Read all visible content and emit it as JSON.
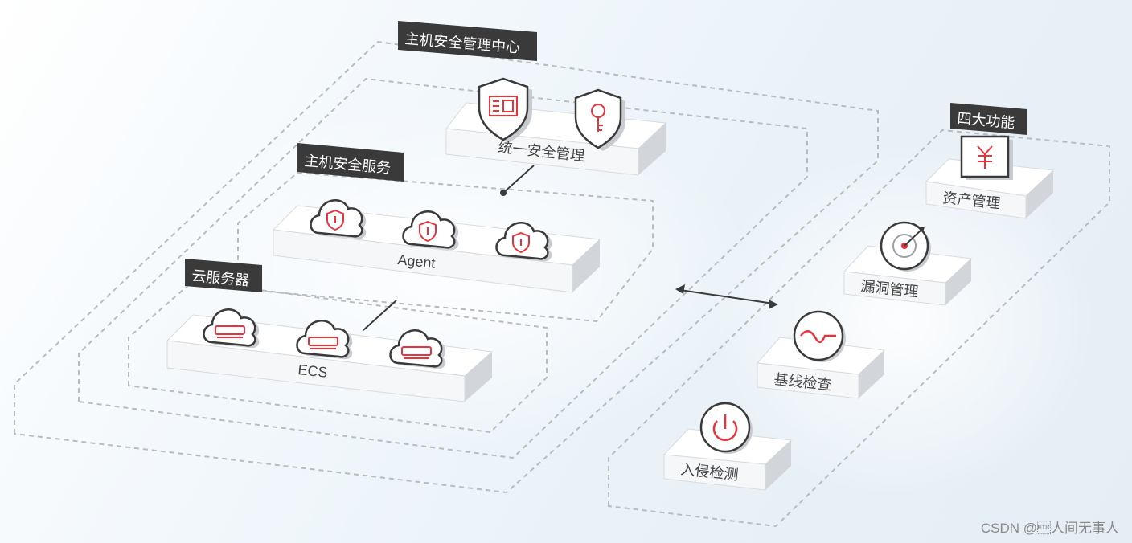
{
  "groups": {
    "center": "主机安全管理中心",
    "service": "主机安全服务",
    "server": "云服务器",
    "features": "四大功能"
  },
  "platforms": {
    "management": "统一安全管理",
    "agent": "Agent",
    "ecs": "ECS"
  },
  "features": [
    {
      "label": "资产管理",
      "icon": "yuan-icon"
    },
    {
      "label": "漏洞管理",
      "icon": "target-icon"
    },
    {
      "label": "基线检查",
      "icon": "wave-icon"
    },
    {
      "label": "入侵检测",
      "icon": "power-icon"
    }
  ],
  "watermark": "CSDN @\u0003人间无事人",
  "colors": {
    "accent": "#e8333c",
    "tag_bg": "#3a3a3a",
    "dashed": "#b8bcc0"
  }
}
